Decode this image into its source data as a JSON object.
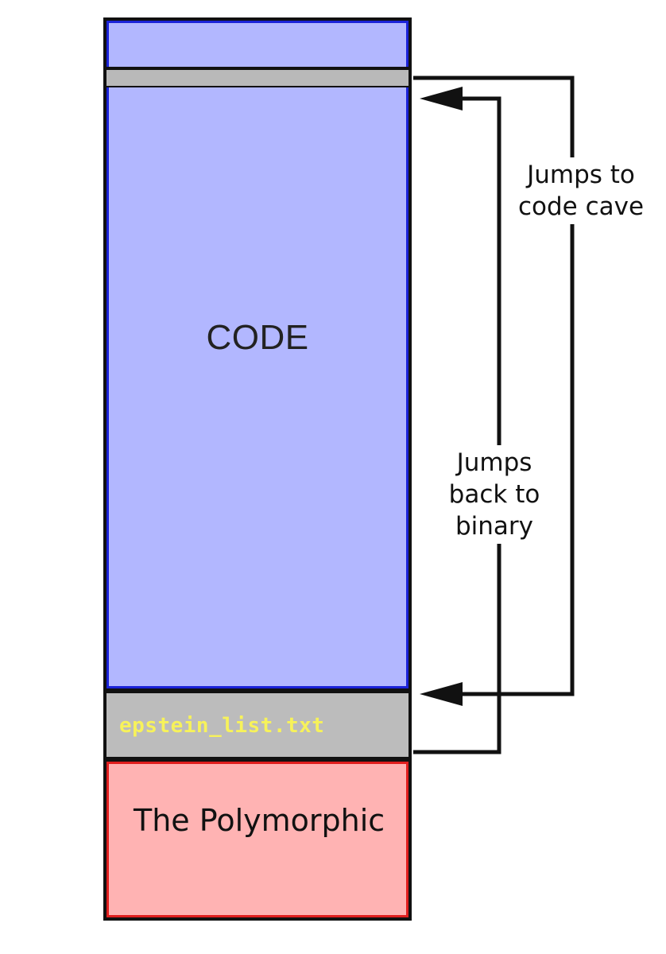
{
  "diagram": {
    "blocks": {
      "code_label": "CODE",
      "cave_label": "epstein_list.txt",
      "red_label": "The Polymorphic"
    },
    "arrows": {
      "jump_to_line1": "Jumps to",
      "jump_to_line2": "code cave",
      "jump_back_line1": "Jumps",
      "jump_back_line2": "back to",
      "jump_back_line3": "binary"
    },
    "colors": {
      "code_fill": "#b2b7ff",
      "code_border": "#1a22d8",
      "hook_fill": "#b9b9b9",
      "cave_fill": "#bcbcbc",
      "cave_text": "#f7f25a",
      "red_fill": "#ffb3b3",
      "red_border": "#e01e1e",
      "line": "#111111"
    }
  }
}
